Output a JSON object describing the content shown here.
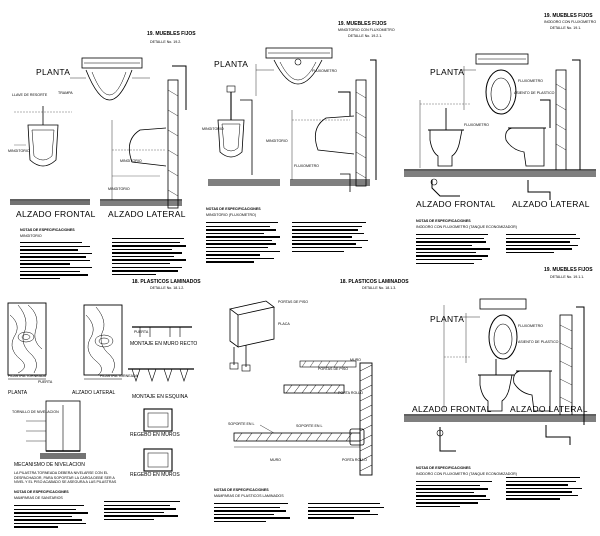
{
  "sheet": {
    "colors": {
      "ink": "#000000",
      "paper": "#ffffff",
      "wood": "#000000"
    }
  },
  "panels": {
    "urinal_a": {
      "header": "19. MUEBLES FIJOS",
      "detail": "DETALLE No. 19.2.",
      "plan_label": "PLANTA",
      "front_label": "ALZADO FRONTAL",
      "side_label": "ALZADO LATERAL",
      "notes_title": "NOTAS DE ESPECIFICACIONES",
      "notes_sub": "MINGITORIO",
      "callouts": [
        "LLAVE DE RESORTE",
        "TRAMPA",
        "MINGITORIO",
        "MINGITORIO",
        "MINGITORIO"
      ]
    },
    "urinal_b": {
      "header": "19. MUEBLES FIJOS",
      "sub": "MINGITORIO CON FLUXOMETRO",
      "detail": "DETALLE No. 19.2.1.",
      "plan_label": "PLANTA",
      "callouts": [
        "FLUXOMETRO",
        "FLUXOMETRO",
        "MINGITORIO",
        "MINGITORIO"
      ],
      "notes_title": "NOTAS DE ESPECIFICACIONES",
      "notes_sub": "MINGITORIO (FLUXOMETRO)"
    },
    "toilet_a": {
      "header": "19. MUEBLES FIJOS",
      "sub": "INODORO CON FLUXOMETRO",
      "detail": "DETALLE No. 19.1.",
      "plan_label": "PLANTA",
      "front_label": "ALZADO FRONTAL",
      "side_label": "ALZADO LATERAL",
      "callouts": [
        "FLUXOMETRO",
        "ASIENTO DE PLASTICO",
        "FLUXOMETRO"
      ],
      "notes_title": "NOTAS DE ESPECIFICACIONES",
      "notes_sub": "INODORO CON FLUXOMETRO (TANQUE ECONOMIZADOR)"
    },
    "plastic_laminate": {
      "header": "18. PLASTICOS LAMINADOS",
      "detail": "DETALLE No. 18.1.2.",
      "wood_labels": [
        "PLANTA",
        "ALZADO LATERAL"
      ],
      "callouts": [
        "PILASTRA TORNEADA",
        "PUERTA",
        "PILASTRA TORNEADA",
        "PUERTA",
        "TORNILLO DE NIVELACION"
      ],
      "mounts": [
        "MONTAJE EN MURO RECTO",
        "MONTAJE EN ESQUINA",
        "REGEBO EN MUROS",
        "REGEBO EN MUROS"
      ],
      "leveling_title": "MECANISMO DE NIVELACION",
      "leveling_note": "LA PILASTRA TORNEADA DEBERA NIVELARSE CON EL DESPACHADOR, PARA SOPORTAR LA CARGA DEBE SER A NIVEL Y EL PISO ACABADO SE ASEGURA A LAS PILASTRAS",
      "notes_title": "NOTAS DE ESPECIFICACIONES",
      "notes_sub": "MAMPARAS DE SANITARIOS"
    },
    "plastic_laminate_2": {
      "header": "18. PLASTICOS LAMINADOS",
      "detail": "DETALLE No. 18.1.3.",
      "callouts": [
        "MURO",
        "PORTA ROLLO",
        "SOPORTE EN L",
        "PLACA",
        "PORTAS DE PISO",
        "MURO",
        "PORTAS DE PISO",
        "SOPORTE EN L",
        "PORTA ROLLO"
      ],
      "notes_title": "NOTAS DE ESPECIFICACIONES",
      "notes_sub": "MAMPARAS DE PLASTICOS LAMINADOS"
    },
    "toilet_b": {
      "header": "19. MUEBLES FIJOS",
      "detail": "DETALLE No. 19.1.1.",
      "plan_label": "PLANTA",
      "front_label": "ALZADO FRONTAL",
      "side_label": "ALZADO LATERAL",
      "callouts": [
        "FLUXOMETRO",
        "ASIENTO DE PLASTICO"
      ],
      "notes_title": "NOTAS DE ESPECIFICACIONES",
      "notes_sub": "INODORO CON FLUXOMETRO (TANQUE ECONOMIZADOR)"
    }
  }
}
